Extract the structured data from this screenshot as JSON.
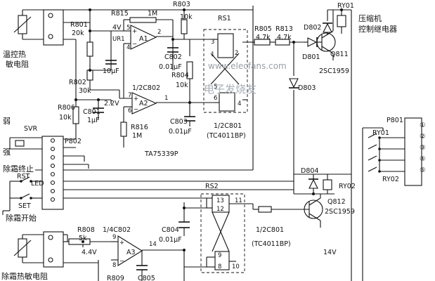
{
  "labels": {
    "sensor_temp": [
      "温控热",
      "敏电阻"
    ],
    "r801": "R801",
    "r801_val": "20k",
    "r815": "R815",
    "r815_val": "1M",
    "r803": "R803",
    "r803_val": "10k",
    "v4": "4V",
    "ur1": "UR1",
    "a1": "A1",
    "a1_pins": [
      "5",
      "4",
      "2"
    ],
    "rs1": "RS1",
    "r805": "R805",
    "r805_val": "4.7k",
    "r813": "R813",
    "r813_val": "4.7k",
    "ry01": "RY01",
    "compressor_relay": [
      "压缩机",
      "控制继电器"
    ],
    "d802": "D802",
    "d801": "D801",
    "q811": "Q811",
    "q811_type": "2SC1959",
    "c802": "C802",
    "c802_val": "0.01μF",
    "r802": "R802",
    "r802_val": "30k",
    "c10": "10μF",
    "r804": "R804",
    "r804_val": "10k",
    "d803": "D803",
    "ic_half": "1/2С802",
    "a2": "A2",
    "a2_pins": [
      "7",
      "6",
      "1"
    ],
    "v22": "2.2V",
    "r806": "R806",
    "r806_val": "10k",
    "c801": "C801",
    "c801_val": "1μF",
    "r816": "R816",
    "r816_val": "1M",
    "c803": "C803",
    "c803_val": "0.01μF",
    "rs1_chip": "1/2С801",
    "rs1_type": "(TC4011BP)",
    "rs1_pins": [
      "3",
      "1",
      "2",
      "5",
      "6",
      "4"
    ],
    "weak": "弱",
    "strong": "强",
    "svr": "SVR",
    "p802": "P802",
    "ta": "TA75339P",
    "defrost_end": "除霜终止",
    "rst": "RST",
    "led": "LED",
    "set": "SET",
    "defrost_start": "除霜开始",
    "p801": "P801",
    "p801_pins": [
      "①",
      "②",
      "③",
      "④",
      "⑤"
    ],
    "ry01_b": "RY01",
    "ry02_b": "RY02",
    "d804": "D804",
    "ry02": "RY02",
    "q812": "Q812",
    "q812_type": "2SC1959",
    "rs2": "RS2",
    "rs2_pins": [
      "13",
      "12",
      "11",
      "9",
      "8",
      "10"
    ],
    "r808": "R808",
    "r808_val": "5k",
    "ic_quarter": "1/4С802",
    "v44": "4.4V",
    "a3": "A3",
    "a3_pins": [
      "9",
      "8",
      "14"
    ],
    "c804": "C804",
    "c804_val": "0.01μF",
    "rs2_chip": "1/2С801",
    "rs2_type": "(TC4011BP)",
    "v14": "14V",
    "sensor_defrost": "除霜热敏电阻",
    "r809": "R809",
    "c805": "C805"
  },
  "watermark": {
    "site": "www.elecfans.com",
    "cn": "电子发烧友"
  }
}
